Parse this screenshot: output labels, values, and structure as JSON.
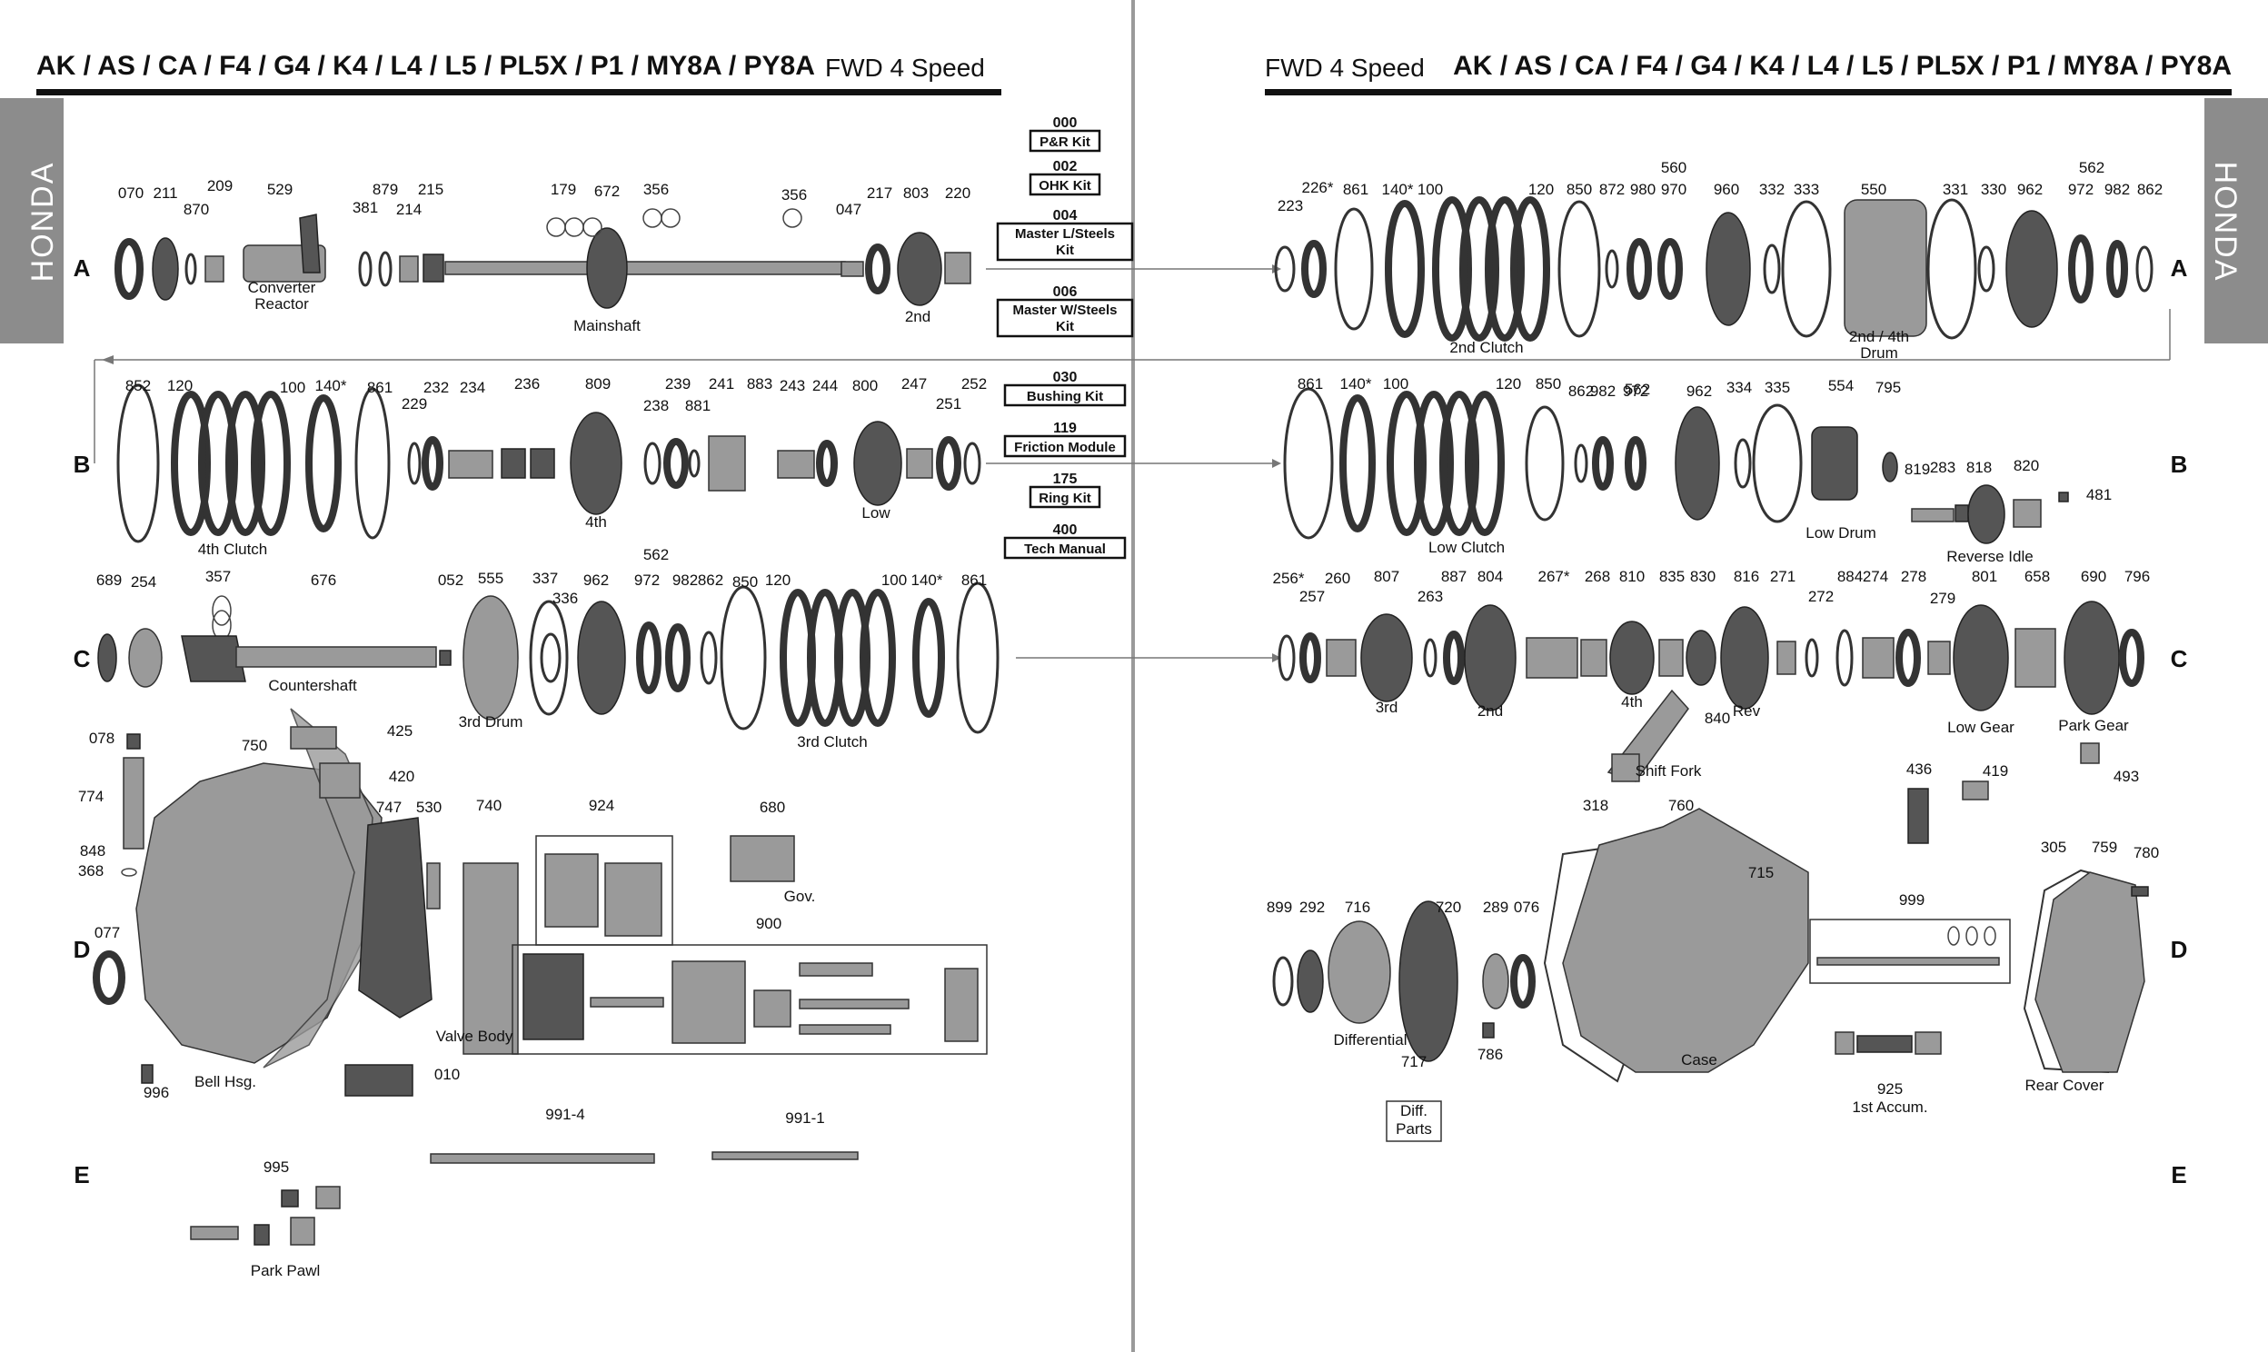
{
  "header": {
    "models": "AK / AS / CA / F4 / G4 / K4 / L4 / L5 / PL5X / P1 / MY8A / PY8A",
    "subtitle": "FWD 4 Speed",
    "side_tab": "HONDA"
  },
  "rows": [
    "A",
    "B",
    "C",
    "D",
    "E"
  ],
  "kits": [
    {
      "num": "000",
      "label": "P&R Kit"
    },
    {
      "num": "002",
      "label": "OHK Kit"
    },
    {
      "num": "004",
      "label": "Master L/Steels Kit"
    },
    {
      "num": "006",
      "label": "Master W/Steels Kit"
    },
    {
      "num": "030",
      "label": "Bushing Kit"
    },
    {
      "num": "119",
      "label": "Friction Module"
    },
    {
      "num": "175",
      "label": "Ring Kit"
    },
    {
      "num": "400",
      "label": "Tech Manual"
    }
  ],
  "part_numbers": [
    "070",
    "211",
    "870",
    "209",
    "529",
    "381",
    "879",
    "214",
    "215",
    "179",
    "672",
    "356",
    "356",
    "047",
    "217",
    "803",
    "220",
    "852",
    "120",
    "100",
    "140*",
    "861",
    "229",
    "232",
    "234",
    "236",
    "809",
    "238",
    "239",
    "881",
    "241",
    "883",
    "243",
    "244",
    "800",
    "247",
    "251",
    "252",
    "689",
    "254",
    "357",
    "676",
    "052",
    "555",
    "337",
    "336",
    "962",
    "562",
    "972",
    "982",
    "862",
    "850",
    "120",
    "100",
    "140*",
    "861",
    "078",
    "750",
    "425",
    "774",
    "420",
    "848",
    "368",
    "747",
    "530",
    "740",
    "924",
    "680",
    "077",
    "900",
    "996",
    "010",
    "995",
    "991-4",
    "991-1",
    "223",
    "226*",
    "861",
    "140*",
    "100",
    "120",
    "850",
    "872",
    "980",
    "970",
    "960",
    "560",
    "332",
    "333",
    "550",
    "331",
    "330",
    "962",
    "562",
    "972",
    "982",
    "862",
    "861",
    "140*",
    "100",
    "120",
    "850",
    "862",
    "982",
    "562",
    "972",
    "962",
    "334",
    "335",
    "554",
    "795",
    "819",
    "283",
    "818",
    "820",
    "481",
    "256*",
    "257",
    "260",
    "807",
    "263",
    "887",
    "804",
    "267*",
    "268",
    "810",
    "835",
    "830",
    "816",
    "271",
    "272",
    "884",
    "274",
    "278",
    "279",
    "801",
    "658",
    "690",
    "796",
    "840",
    "436",
    "419",
    "493",
    "318",
    "760",
    "715",
    "899",
    "292",
    "716",
    "720",
    "289",
    "076",
    "999",
    "305",
    "759",
    "780",
    "786",
    "717",
    "925"
  ],
  "captions": [
    "Converter Reactor",
    "Mainshaft",
    "2nd",
    "4th Clutch",
    "4th",
    "Low",
    "Countershaft",
    "3rd Drum",
    "3rd Clutch",
    "Bell Hsg.",
    "Valve Body",
    "Gov.",
    "Park Pawl",
    "2nd Clutch",
    "2nd / 4th Drum",
    "Low Clutch",
    "Low Drum",
    "Reverse Idle",
    "3rd",
    "2nd",
    "4th",
    "Rev",
    "Low Gear",
    "Park Gear",
    "Shift Fork",
    "Differential",
    "Diff. Parts",
    "Case",
    "1st Accum.",
    "Rear Cover"
  ],
  "colors": {
    "tab": "#8c8c8c",
    "ink": "#111111",
    "part": "#9a9a9a"
  }
}
